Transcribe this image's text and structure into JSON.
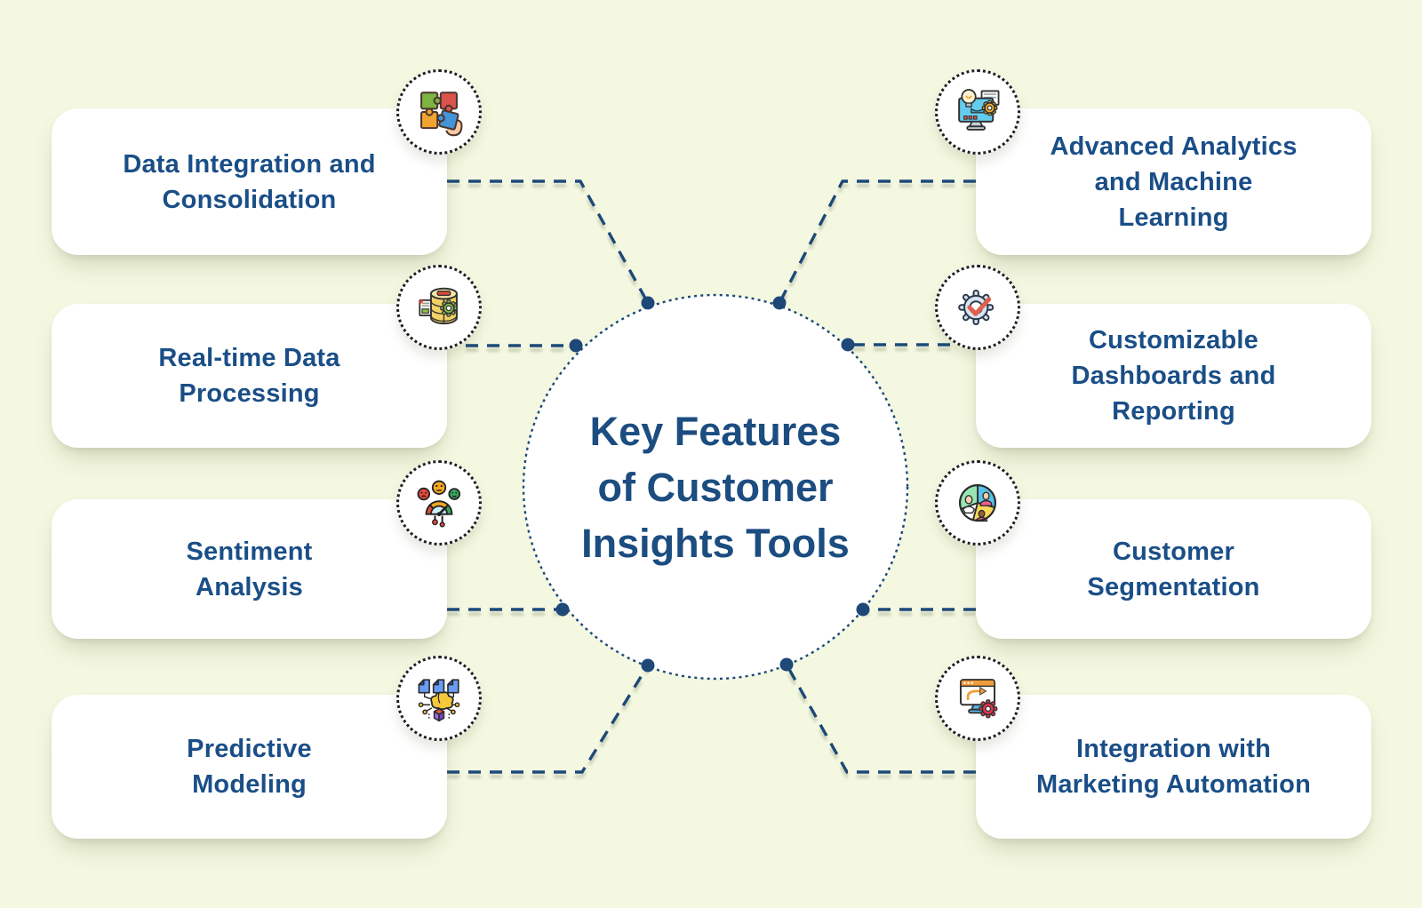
{
  "title": {
    "lines": [
      "Key Features",
      "of Customer",
      "Insights Tools"
    ]
  },
  "features": {
    "left": [
      {
        "id": "data-integration",
        "icon": "puzzle-icon",
        "label_lines": [
          "Data Integration and",
          "Consolidation"
        ]
      },
      {
        "id": "realtime-processing",
        "icon": "database-gear-icon",
        "label_lines": [
          "Real-time Data",
          "Processing"
        ]
      },
      {
        "id": "sentiment-analysis",
        "icon": "sentiment-gauge-icon",
        "label_lines": [
          "Sentiment",
          "Analysis"
        ]
      },
      {
        "id": "predictive-modeling",
        "icon": "predictive-network-icon",
        "label_lines": [
          "Predictive",
          "Modeling"
        ]
      }
    ],
    "right": [
      {
        "id": "advanced-analytics",
        "icon": "analytics-ml-icon",
        "label_lines": [
          "Advanced Analytics",
          "and Machine",
          "Learning"
        ]
      },
      {
        "id": "customizable-dashboards",
        "icon": "gear-check-icon",
        "label_lines": [
          "Customizable",
          "Dashboards and",
          "Reporting"
        ]
      },
      {
        "id": "customer-segmentation",
        "icon": "segmentation-pie-icon",
        "label_lines": [
          "Customer",
          "Segmentation"
        ]
      },
      {
        "id": "marketing-automation",
        "icon": "monitor-gear-icon",
        "label_lines": [
          "Integration with",
          "Marketing Automation"
        ]
      }
    ]
  },
  "colors": {
    "background": "#f4f8e1",
    "card": "#ffffff",
    "text_navy": "#1a4e87",
    "line_navy": "#1d4878",
    "icon_ring": "#1f1f1f"
  }
}
